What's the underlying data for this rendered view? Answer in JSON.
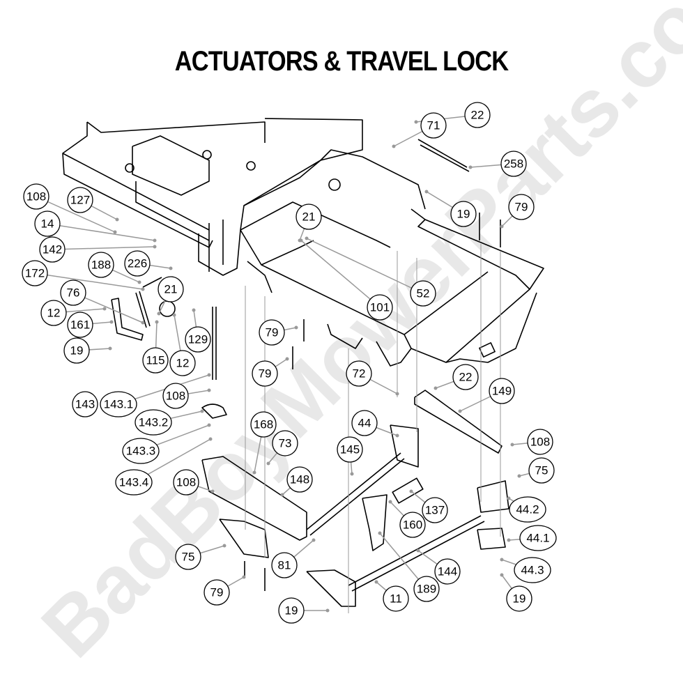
{
  "title": "ACTUATORS & TRAVEL LOCK",
  "watermark": "BadBoyMowerParts.com",
  "colors": {
    "line": "#000000",
    "leader": "#999999",
    "watermark": "#e6e6e6"
  },
  "callouts": [
    "22",
    "71",
    "258",
    "19",
    "79",
    "108",
    "127",
    "14",
    "142",
    "226",
    "172",
    "188",
    "21",
    "76",
    "12",
    "161",
    "19",
    "115",
    "12",
    "129",
    "21",
    "52",
    "101",
    "79",
    "79",
    "72",
    "22",
    "149",
    "143",
    "143.1",
    "108",
    "143.2",
    "143.3",
    "143.4",
    "168",
    "73",
    "44",
    "145",
    "108",
    "75",
    "148",
    "108",
    "137",
    "160",
    "44.2",
    "44.1",
    "44.3",
    "75",
    "81",
    "144",
    "189",
    "11",
    "79",
    "19",
    "19"
  ]
}
